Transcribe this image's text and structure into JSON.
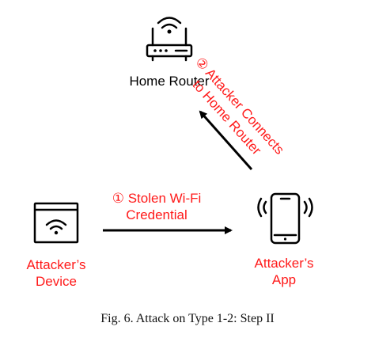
{
  "nodes": {
    "home_router": "Home Router",
    "attacker_device_line1": "Attacker’s",
    "attacker_device_line2": "Device",
    "attacker_app_line1": "Attacker’s",
    "attacker_app_line2": "App"
  },
  "edges": {
    "step1_number": "①",
    "step1_line1": "Stolen Wi-Fi",
    "step1_line2": "Credential",
    "step2_number": "②",
    "step2_line1": "Attacker Connects",
    "step2_line2": "to Home Router"
  },
  "caption": "Fig. 6. Attack on Type 1-2: Step II",
  "colors": {
    "accent": "#ff1a1a",
    "ink": "#000000"
  },
  "icons": [
    "router-icon",
    "browser-window-wifi-icon",
    "smartphone-icon",
    "arrow"
  ]
}
